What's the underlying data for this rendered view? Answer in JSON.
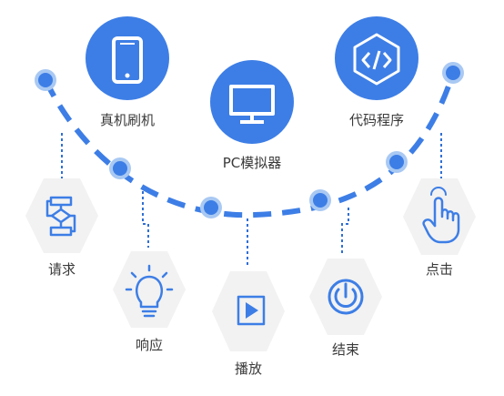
{
  "colors": {
    "accent": "#3d7ee6",
    "accent_light": "#a9c9f3",
    "hexagon_fill": "#f2f2f2",
    "line_dash": "#3d7ee6",
    "text": "#3a3a3a",
    "white": "#ffffff"
  },
  "top_items": [
    {
      "label": "真机刷机",
      "icon": "smartphone-icon"
    },
    {
      "label": "PC模拟器",
      "icon": "monitor-icon"
    },
    {
      "label": "代码程序",
      "icon": "code-icon"
    }
  ],
  "bottom_items": [
    {
      "label": "请求",
      "icon": "flowchart-icon"
    },
    {
      "label": "响应",
      "icon": "lightbulb-icon"
    },
    {
      "label": "播放",
      "icon": "play-icon"
    },
    {
      "label": "结束",
      "icon": "power-icon"
    },
    {
      "label": "点击",
      "icon": "tap-hand-icon"
    }
  ]
}
